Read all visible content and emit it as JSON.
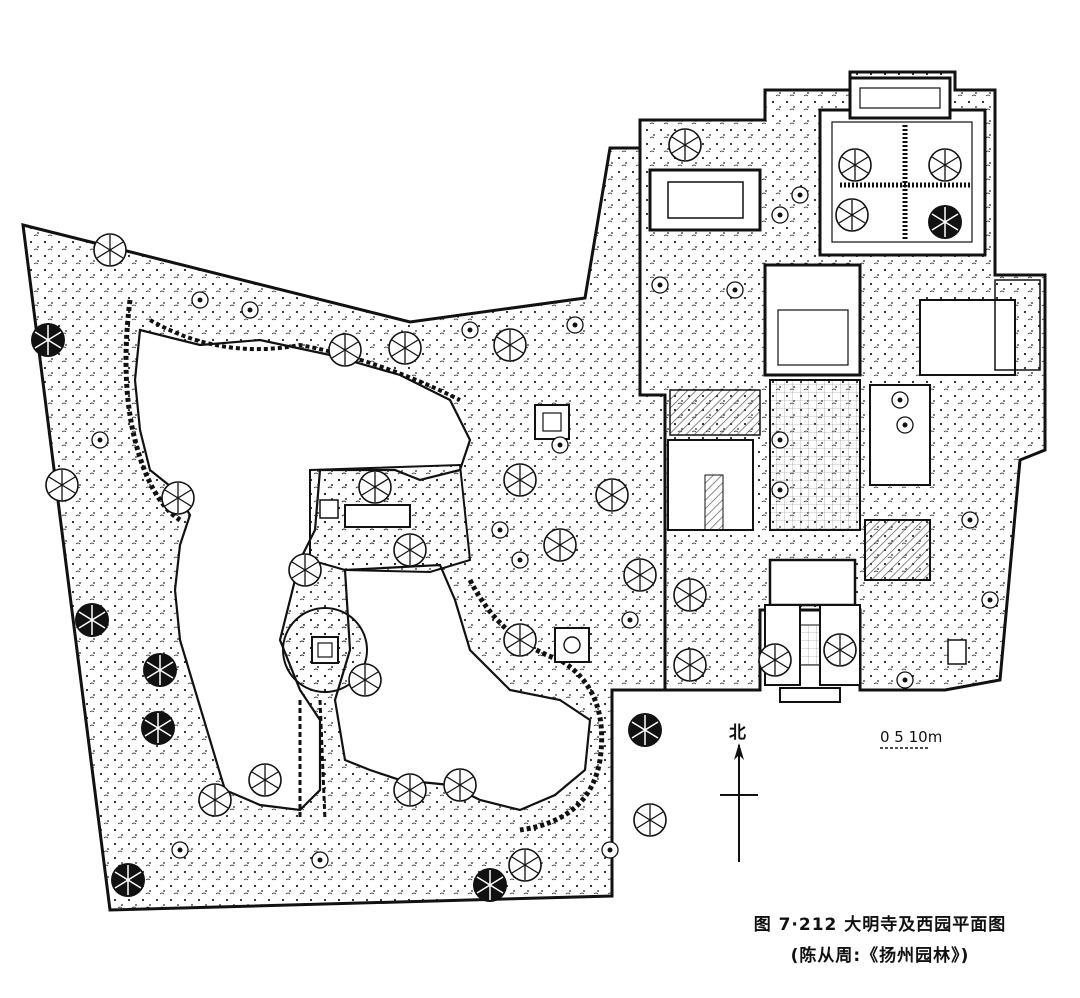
{
  "caption": {
    "line1": "图 7·212 大明寺及西园平面图",
    "line2": "(陈从周:《扬州园林》)"
  },
  "compass": {
    "label": "北"
  },
  "scale_bar": {
    "text": "0  5 10m"
  },
  "colors": {
    "ink": "#111111",
    "paper": "#ffffff",
    "hatch": "#555555"
  }
}
